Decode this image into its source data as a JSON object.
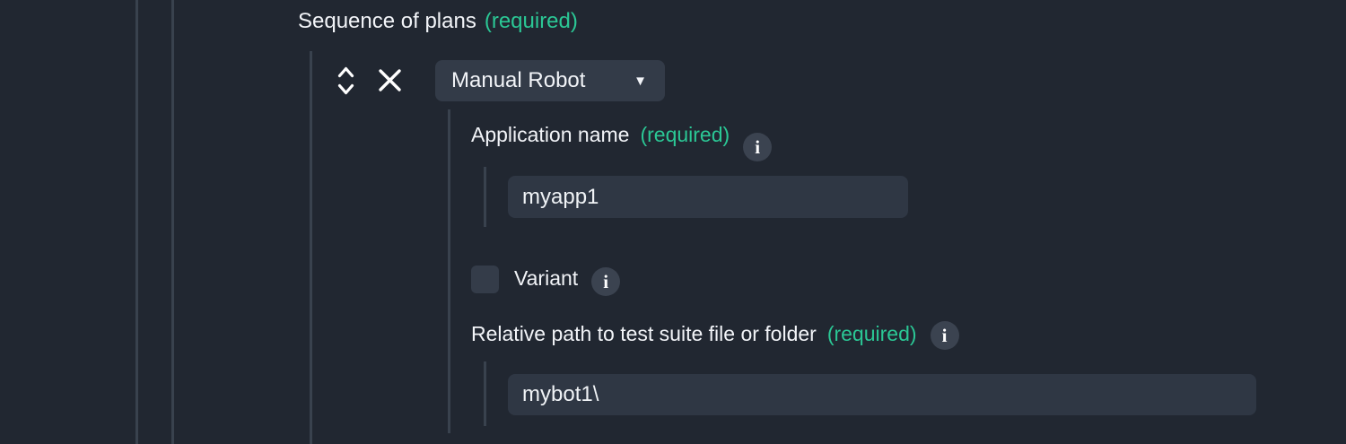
{
  "colors": {
    "background": "#212731",
    "guide_line": "#39424e",
    "accent_green": "#2bc795",
    "text_primary": "#f2f4f8",
    "input_background": "#2f3744",
    "button_background": "#333b48",
    "info_circle_background": "#3b4350",
    "checkbox_background": "#343c49"
  },
  "section": {
    "title": "Sequence of plans",
    "required_badge": "(required)"
  },
  "plan_item": {
    "reorder_icon": "up-down-chevrons",
    "remove_icon": "close-x",
    "type_dropdown": {
      "value": "Manual Robot",
      "caret": "▼"
    }
  },
  "fields": {
    "application_name": {
      "label": "Application name",
      "required_badge": "(required)",
      "info_icon_glyph": "i",
      "value": "myapp1"
    },
    "variant": {
      "label": "Variant",
      "checked": false,
      "info_icon_glyph": "i"
    },
    "relative_path": {
      "label": "Relative path to test suite file or folder",
      "required_badge": "(required)",
      "info_icon_glyph": "i",
      "value": "mybot1\\"
    }
  }
}
